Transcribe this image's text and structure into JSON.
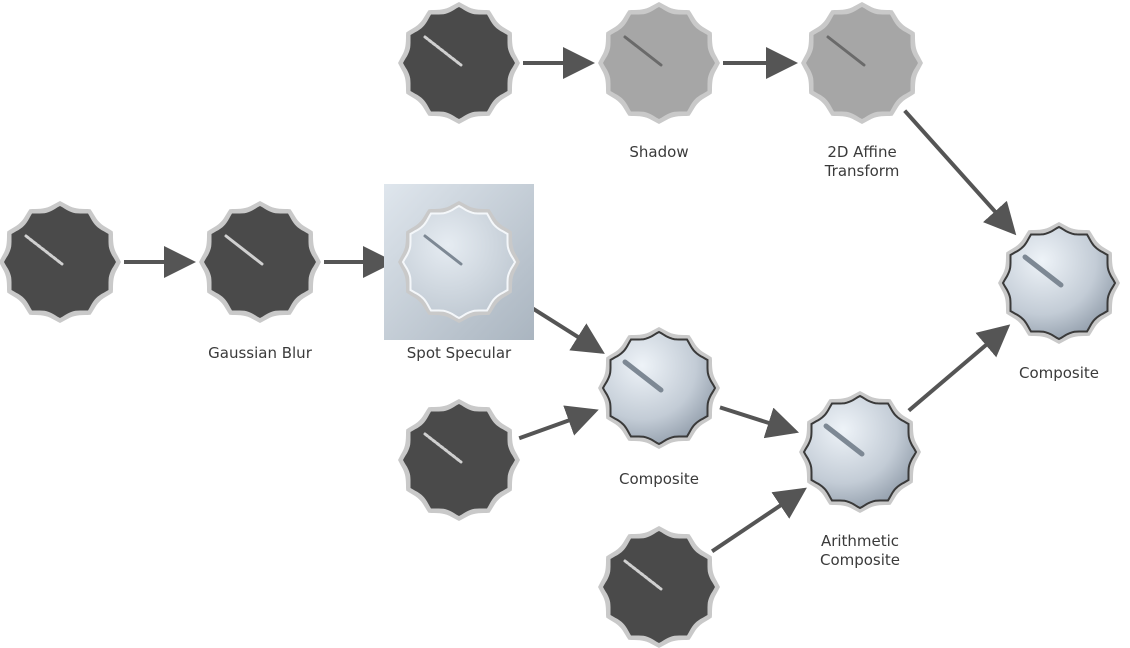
{
  "diagram": {
    "nodes": [
      {
        "id": "src-top",
        "style": "dark",
        "label": ""
      },
      {
        "id": "shadow",
        "style": "gray",
        "label": "Shadow"
      },
      {
        "id": "affine",
        "style": "gray",
        "label": "2D Affine\nTransform"
      },
      {
        "id": "src-left",
        "style": "dark",
        "label": ""
      },
      {
        "id": "blur",
        "style": "dark",
        "label": "Gaussian Blur"
      },
      {
        "id": "specular",
        "style": "specular",
        "label": "Spot Specular"
      },
      {
        "id": "src-mid",
        "style": "dark",
        "label": ""
      },
      {
        "id": "composite1",
        "style": "metal",
        "label": "Composite"
      },
      {
        "id": "src-bottom",
        "style": "dark",
        "label": ""
      },
      {
        "id": "arithmetic",
        "style": "metal",
        "label": "Arithmetic\nComposite"
      },
      {
        "id": "composite2",
        "style": "metal",
        "label": "Composite"
      }
    ],
    "edges": [
      {
        "from": "src-top",
        "to": "shadow"
      },
      {
        "from": "shadow",
        "to": "affine"
      },
      {
        "from": "src-left",
        "to": "blur"
      },
      {
        "from": "blur",
        "to": "specular"
      },
      {
        "from": "specular",
        "to": "composite1"
      },
      {
        "from": "src-mid",
        "to": "composite1"
      },
      {
        "from": "composite1",
        "to": "arithmetic"
      },
      {
        "from": "src-bottom",
        "to": "arithmetic"
      },
      {
        "from": "affine",
        "to": "composite2"
      },
      {
        "from": "arithmetic",
        "to": "composite2"
      }
    ],
    "colors": {
      "dark_fill": "#4a4a4a",
      "gray_fill": "#a6a6a6",
      "metal_light": "#dde5ee",
      "metal_dark": "#8a96a4",
      "halo": "#c9c9c9",
      "edge": "#555555",
      "label": "#3a3a3a"
    }
  }
}
